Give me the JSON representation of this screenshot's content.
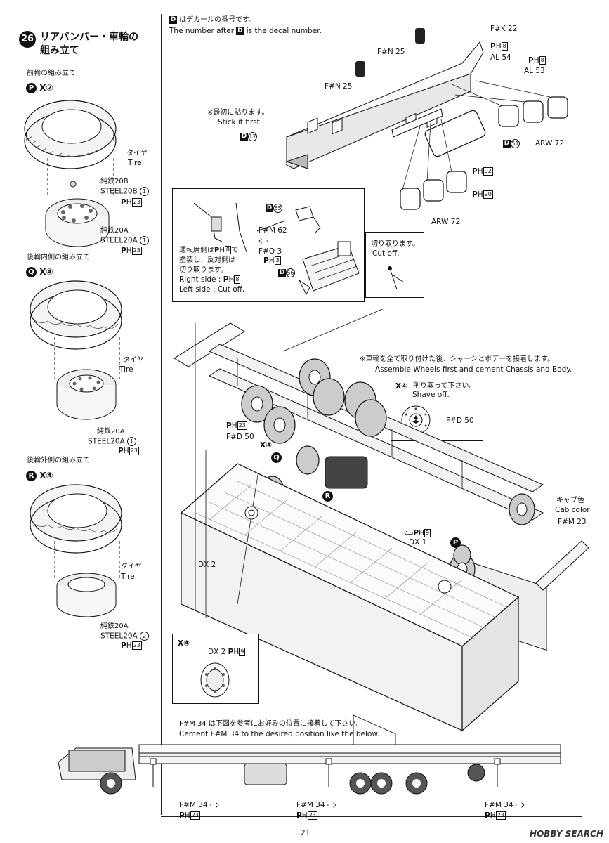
{
  "step": {
    "number": "26",
    "title_line1": "リアバンパー・車輪の",
    "title_line2": "組み立て"
  },
  "front_wheel": {
    "heading": "前輪の組み立て",
    "badge": "P",
    "count": "X②",
    "tire_jp": "タイヤ",
    "tire_en": "Tire",
    "part1_jp": "純鉄20B",
    "part1_en": "STEEL20B",
    "part1_qty": "1",
    "part1_paint": "23",
    "part2_jp": "純鉄20A",
    "part2_en": "STEEL20A",
    "part2_qty": "1",
    "part2_paint": "23"
  },
  "rear_inner": {
    "heading": "後輪内側の組み立て",
    "badge": "Q",
    "count": "X④",
    "tire_jp": "タイヤ",
    "tire_en": "Tire",
    "part_jp": "純鉄20A",
    "part_en": "STEEL20A",
    "part_qty": "1",
    "part_paint": "23"
  },
  "rear_outer": {
    "heading": "後輪外側の組み立て",
    "badge": "R",
    "count": "X④",
    "tire_jp": "タイヤ",
    "tire_en": "Tire",
    "part_jp": "純鉄20A",
    "part_en": "STEEL20A",
    "part_qty": "2",
    "part_paint": "23"
  },
  "decal_note": {
    "jp": "はデカールの番号です。",
    "en_pre": "The number after",
    "en_post": "is the decal number."
  },
  "bumper_labels": {
    "fk": "F#K 22",
    "fn_a": "F#N 25",
    "fn_b": "F#N 25",
    "ph8_a": "8",
    "al54": "AL 54",
    "ph8_b": "8",
    "al53": "AL 53",
    "first_jp": "※最初に貼ります。",
    "first_en": "Stick it first.",
    "d17": "17",
    "d51": "51",
    "arw72_a": "ARW 72",
    "ph92": "92",
    "ph90": "90",
    "arw72_b": "ARW 72"
  },
  "detail_box": {
    "d55": "55",
    "fm62": "F#M 62",
    "fo3": "F#O 3",
    "ph3": "3",
    "d56": "56",
    "note_jp_1": "運転席側は",
    "note_jp_1b": "8",
    "note_jp_1c": "で",
    "note_jp_2": "塗装し、反対側は",
    "note_jp_3": "切り取ります。",
    "right_side": "Right side :",
    "right_ph": "8",
    "left_side": "Left side : Cut off."
  },
  "cutoff_box": {
    "jp": "切り取ります。",
    "en": "Cut off."
  },
  "assembly_note": {
    "jp": "※車輪を全て取り付けた後、シャーシとボデーを接着します。",
    "en": "Assemble Wheels first and cement Chassis and Body."
  },
  "shave_box": {
    "count": "X④",
    "jp": "削り取って下さい。",
    "en": "Shave off.",
    "fd": "F#D 50"
  },
  "main_labels": {
    "ph23": "23",
    "fd50": "F#D 50",
    "x4": "X④",
    "q": "Q",
    "r": "R",
    "p": "P",
    "ph9": "9",
    "dx1": "DX 1",
    "dx2": "DX 2",
    "cab_jp": "キャブ色",
    "cab_en": "Cab color",
    "fm23": "F#M 23"
  },
  "dx_box": {
    "count": "X④",
    "dx": "DX 2",
    "ph": "9"
  },
  "cement_note": {
    "jp": "F#M 34 は下図を参考にお好みの位置に接着して下さい。",
    "en": "Cement F#M 34 to the desired position like the below."
  },
  "bottom_labels": {
    "fm34_a": "F#M 34",
    "ph23_a": "23",
    "fm34_b": "F#M 34",
    "ph23_b": "23",
    "fm34_c": "F#M 34",
    "ph23_c": "23"
  },
  "page_number": "21",
  "watermark": "HOBBY SEARCH"
}
